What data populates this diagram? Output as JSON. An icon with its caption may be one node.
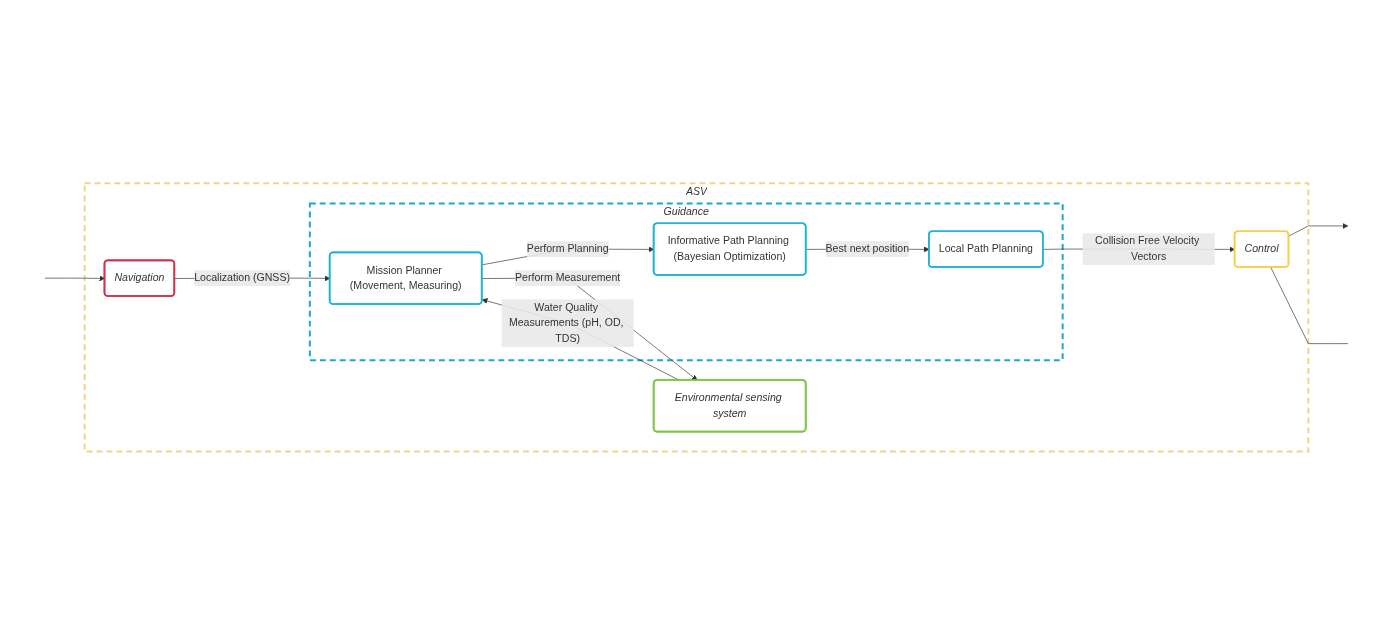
{
  "diagram": {
    "nodes": [
      {
        "text": [
          "ASV"
        ]
      },
      {
        "text": [
          "Environmental sensing system"
        ],
        "in": 0
      },
      {
        "text": [
          "Navigation"
        ],
        "in": 0
      },
      {
        "text": [
          "Guidance"
        ],
        "in": 0
      },
      {
        "text": [
          "Mission Planner (Movement, Measuring)"
        ],
        "in": 3
      },
      {
        "text": [
          "Informative Path Planning (Bayesian Optimization)"
        ],
        "in": 3
      },
      {
        "text": [
          "Local Path Planning"
        ],
        "in": 3
      },
      {
        "text": [
          "Control"
        ],
        "in": 0
      }
    ],
    "edges": [
      {
        "from": 1,
        "to": 4,
        "arrow": "to",
        "label": "Water Quality Measurements (pH, OD, TDS)"
      },
      {
        "from": 2,
        "to": 4,
        "arrow": "to",
        "label": "Localization (GNSS)"
      },
      {
        "from": 4,
        "to": 5,
        "arrow": "to",
        "label": "Perform Planning"
      },
      {
        "from": 4,
        "to": 1,
        "arrow": "to",
        "label": "Perform Measurement"
      },
      {
        "from": 5,
        "to": 6,
        "arrow": "to",
        "label": "Best next position"
      },
      {
        "from": 6,
        "to": 7,
        "arrow": "to",
        "label": "Collision Free Velocity Vectors"
      },
      {
        "from": 7,
        "to": null,
        "arrow": "to"
      },
      {
        "from": 7,
        "to": null,
        "arrow": "none"
      },
      {
        "from": null,
        "to": 2,
        "arrow": "to"
      }
    ]
  }
}
